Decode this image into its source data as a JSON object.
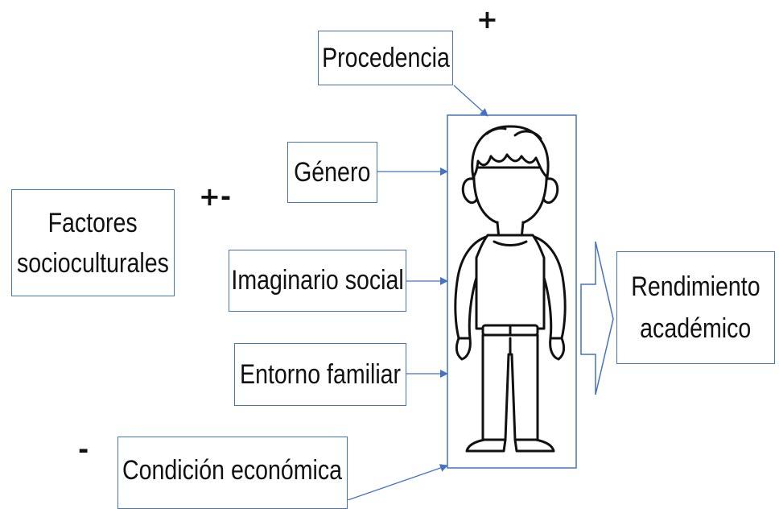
{
  "boxes": {
    "procedencia": "Procedencia",
    "genero": "Género",
    "factores_line1": "Factores",
    "factores_line2": "socioculturales",
    "imaginario": "Imaginario social",
    "entorno": "Entorno familiar",
    "condicion": "Condición económica",
    "rendimiento_line1": "Rendimiento",
    "rendimiento_line2": "académico"
  },
  "signs": {
    "positive": "+",
    "mixed": "+-",
    "negative": "-"
  },
  "colors": {
    "border": "#4472c4",
    "arrow": "#4472c4",
    "text": "#111111"
  },
  "icons": {
    "figure": "person-figure-icon"
  }
}
